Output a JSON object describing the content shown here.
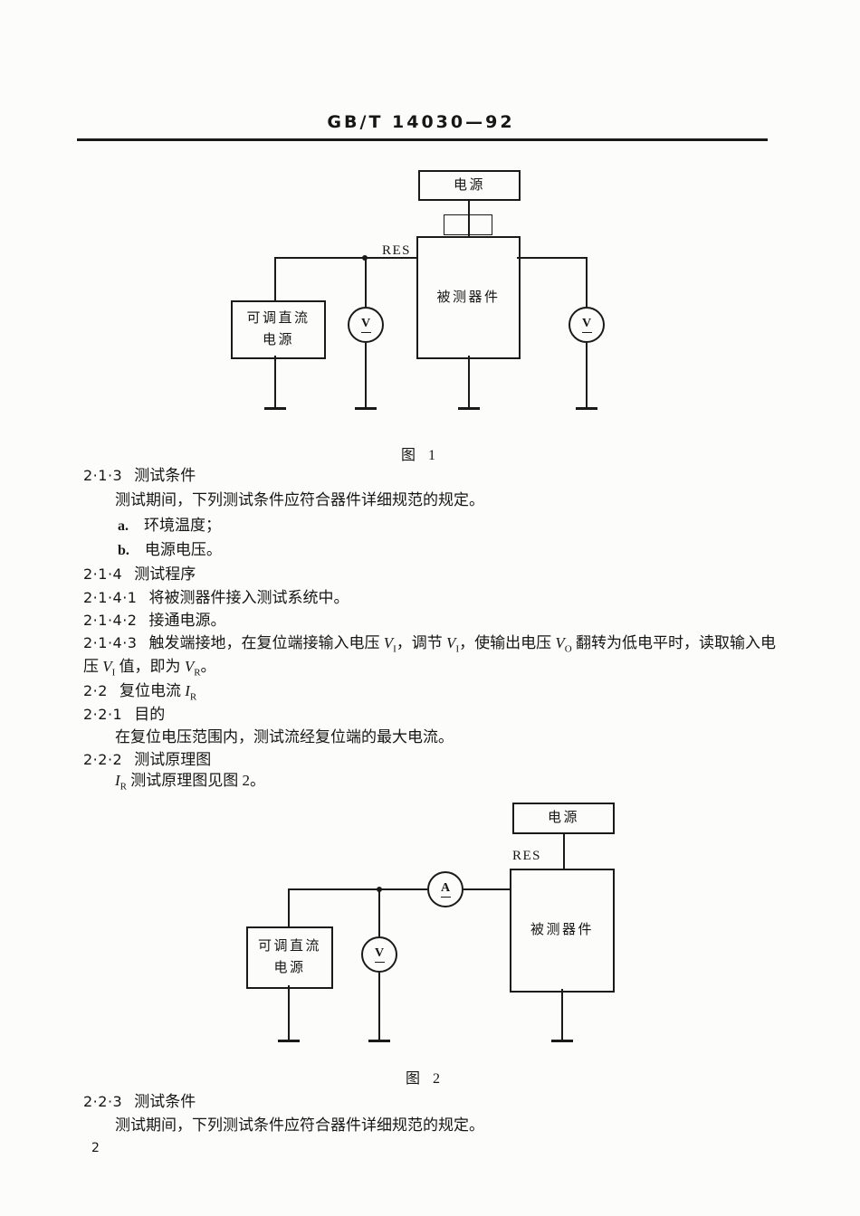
{
  "header": {
    "title": "GB/T 14030—92",
    "page_number": "2"
  },
  "figure1": {
    "caption": "图  1",
    "power_label": "电源",
    "dut_label": "被测器件",
    "dc_supply_line1": "可调直流",
    "dc_supply_line2": "电源",
    "res_label": "RES",
    "voltmeter_left": "V",
    "voltmeter_right": "V"
  },
  "figure2": {
    "caption": "图  2",
    "power_label": "电源",
    "dut_label": "被测器件",
    "dc_supply_line1": "可调直流",
    "dc_supply_line2": "电源",
    "res_label": "RES",
    "ammeter": "A",
    "voltmeter": "V"
  },
  "sections": {
    "s213": {
      "num": "2·1·3",
      "title": "测试条件"
    },
    "s213_body": "测试期间，下列测试条件应符合器件详细规范的规定。",
    "item_a": {
      "marker": "a.",
      "text": "环境温度；"
    },
    "item_b": {
      "marker": "b.",
      "text": "电源电压。"
    },
    "s214": {
      "num": "2·1·4",
      "title": "测试程序"
    },
    "s2141": {
      "num": "2·1·4·1",
      "text": "将被测器件接入测试系统中。"
    },
    "s2142": {
      "num": "2·1·4·2",
      "text": "接通电源。"
    },
    "s2143": {
      "num": "2·1·4·3",
      "t1": "触发端接地，在复位端接输入电压 ",
      "v1": "V",
      "sub1": "I",
      "t2": "，调节 ",
      "v2": "V",
      "sub2": "I",
      "t3": "，使输出电压 ",
      "v3": "V",
      "sub3": "O",
      "t4": " 翻转为低电平时，读取输入电"
    },
    "s2143b": {
      "t1": "压 ",
      "v1": "V",
      "sub1": "I",
      "t2": " 值，即为 ",
      "v2": "V",
      "sub2": "R",
      "t3": "。"
    },
    "s22": {
      "num": "2·2",
      "title": "复位电流 ",
      "var": "I",
      "sub": "R"
    },
    "s221": {
      "num": "2·2·1",
      "title": "目的"
    },
    "s221_body": "在复位电压范围内，测试流经复位端的最大电流。",
    "s222": {
      "num": "2·2·2",
      "title": "测试原理图"
    },
    "s222_body": {
      "var": "I",
      "sub": "R",
      "text": " 测试原理图见图 2。"
    },
    "s223": {
      "num": "2·2·3",
      "title": "测试条件"
    },
    "s223_body": "测试期间，下列测试条件应符合器件详细规范的规定。"
  }
}
